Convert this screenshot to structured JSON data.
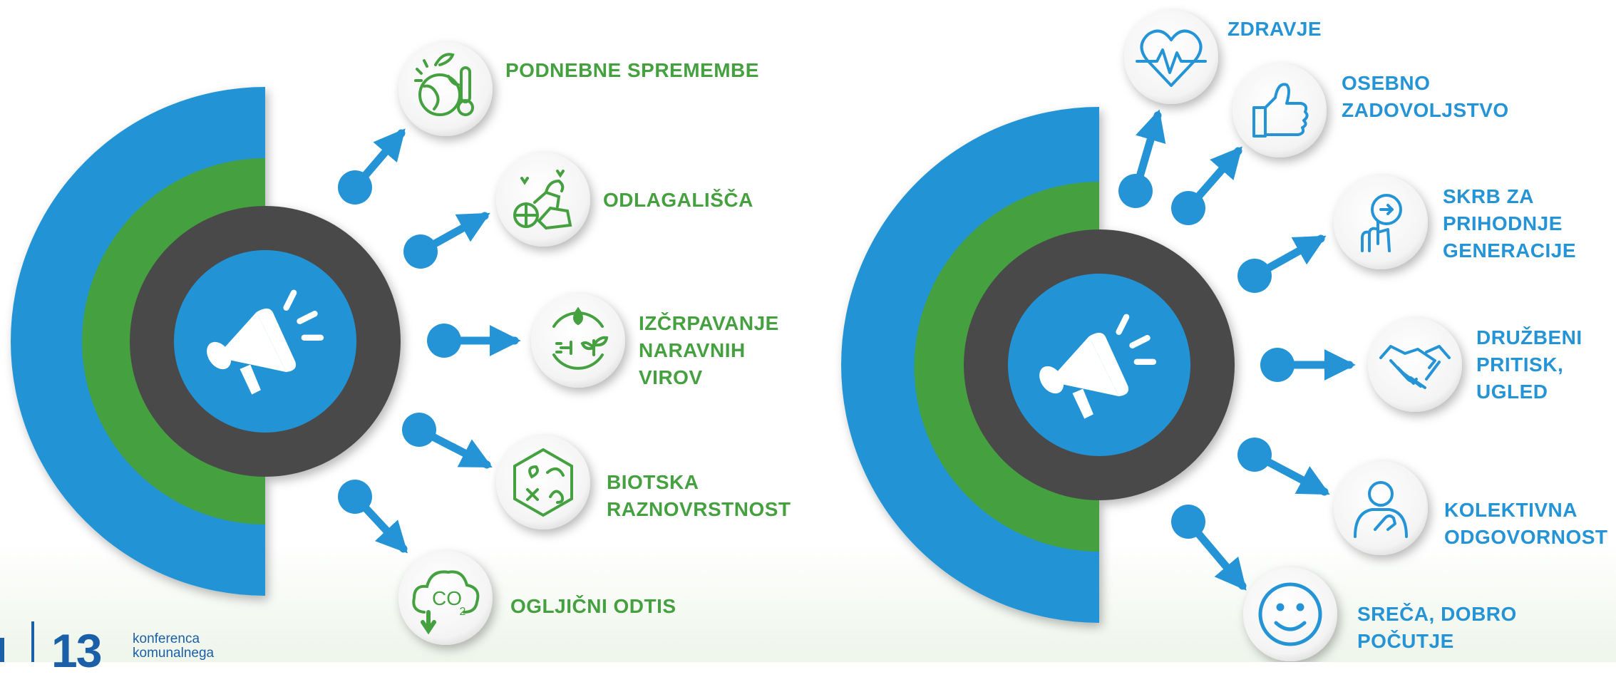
{
  "left_group": {
    "items": [
      {
        "lines": [
          "PODNEBNE SPREMEMBE"
        ],
        "icon": "climate-thermometer-icon"
      },
      {
        "lines": [
          "ODLAGALIŠČA"
        ],
        "icon": "landfill-waste-icon"
      },
      {
        "lines": [
          "IZČRPAVANJE",
          "NARAVNIH",
          "VIROV"
        ],
        "icon": "resources-plug-plant-icon"
      },
      {
        "lines": [
          "BIOTSKA",
          "RAZNOVRSTNOST"
        ],
        "icon": "biodiversity-icon"
      },
      {
        "lines": [
          "OGLJIČNI ODTIS"
        ],
        "icon": "co2-cloud-icon"
      }
    ]
  },
  "right_group": {
    "items": [
      {
        "lines": [
          "ZDRAVJE"
        ],
        "icon": "heart-pulse-icon"
      },
      {
        "lines": [
          "OSEBNO",
          "ZADOVOLJSTVO"
        ],
        "icon": "thumbs-up-icon"
      },
      {
        "lines": [
          "SKRB ZA",
          "PRIHODNJE",
          "GENERACIJE"
        ],
        "icon": "touch-arrow-icon"
      },
      {
        "lines": [
          "DRUŽBENI",
          "PRITISK,",
          "UGLED"
        ],
        "icon": "handshake-icon"
      },
      {
        "lines": [
          "KOLEKTIVNA",
          "ODGOVORNOST"
        ],
        "icon": "hand-on-heart-icon"
      },
      {
        "lines": [
          "SREČA, DOBRO",
          "POČUTJE"
        ],
        "icon": "smiley-icon"
      }
    ]
  },
  "center_icon": "megaphone-icon",
  "colors": {
    "blue": "#2494d6",
    "green": "#45a040",
    "dark": "#4a4a4a",
    "navy": "#1a5fa8"
  },
  "footer": {
    "number": "13",
    "line1": "konferenca",
    "line2": "komunalnega"
  }
}
